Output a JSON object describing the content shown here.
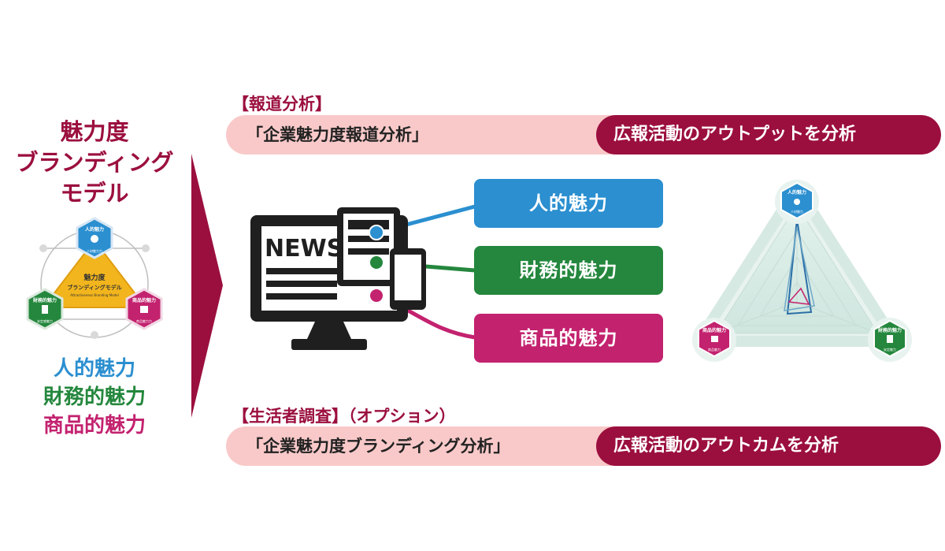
{
  "left": {
    "title_lines": [
      "魅力度",
      "ブランディング",
      "モデル"
    ],
    "center_hex": {
      "line1": "魅力度",
      "line2": "ブランディングモデル",
      "line3": "Attractiveness Branding Model"
    },
    "top_hex": {
      "title": "人的魅力",
      "sub": "人材魅力力"
    },
    "left_hex": {
      "title": "財務的魅力",
      "sub": "安定感魅力"
    },
    "right_hex": {
      "title": "商品的魅力",
      "sub": "商品魅力力"
    },
    "list": [
      "人的魅力",
      "財務的魅力",
      "商品的魅力"
    ]
  },
  "top_section": {
    "label": "【報道分析】",
    "left_text": "「企業魅力度報道分析」",
    "right_text": "広報活動のアウトプットを分析"
  },
  "middle": {
    "news_word": "NEWS",
    "pills": [
      "人的魅力",
      "財務的魅力",
      "商品的魅力"
    ],
    "radar": {
      "top": {
        "title": "人的魅力",
        "sub": "人材魅力"
      },
      "left": {
        "title": "商品的魅力",
        "sub": "商品魅力"
      },
      "right": {
        "title": "財務的魅力",
        "sub": "安定魅力"
      }
    }
  },
  "bottom_section": {
    "label": "【生活者調査】（オプション）",
    "left_text": "「企業魅力度ブランディング分析」",
    "right_text": "広報活動のアウトカムを分析"
  },
  "colors": {
    "maroon": "#9b0f3e",
    "blue": "#2b8fd0",
    "green": "#24873d",
    "magenta": "#c3226f",
    "pink_bar": "#f9c9c9",
    "gold": "#f2b51d"
  }
}
